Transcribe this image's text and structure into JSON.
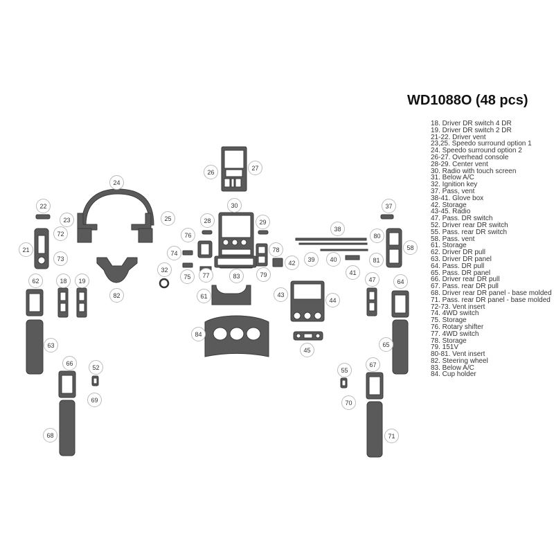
{
  "title": "WD1088O (48 pcs)",
  "legend": [
    "18. Driver DR switch 4 DR",
    "19. Driver DR switch 2 DR",
    "21-22. Driver vent",
    "23,25. Speedo surround option 1",
    "24. Speedo surround option 2",
    "26-27. Overhead console",
    "28-29. Center vent",
    "30. Radio with touch screen",
    "31. Below A/C",
    "32. Ignition key",
    "37. Pass, vent",
    "38-41. Glove box",
    "42. Storage",
    "43-45. Radio",
    "47. Pass. DR switch",
    "52. Driver rear DR switch",
    "55. Pass. rear DR switch",
    "58. Pass. vent",
    "61. Storage",
    "62. Driver DR pull",
    "63. Driver DR panel",
    "64. Pass. DR pull",
    "65. Pass. DR panel",
    "66. Driver rear DR pull",
    "67. Pass. rear DR pull",
    "68. Driver rear DR panel - base molded",
    "71. Pass. rear DR panel - base molded",
    "72-73. Vent insert",
    "74. 4WD switch",
    "75. Storage",
    "76. Rotary shifter",
    "77. 4WD switch",
    "78. Storage",
    "79. 151V",
    "80-81. Vent insert",
    "82. Steering wheel",
    "83. Below A/C",
    "84. Cup holder"
  ],
  "callouts": [
    "24",
    "22",
    "23",
    "25",
    "21",
    "72",
    "73",
    "62",
    "18",
    "19",
    "82",
    "32",
    "26",
    "27",
    "30",
    "28",
    "29",
    "76",
    "74",
    "75",
    "77",
    "83",
    "78",
    "79",
    "42",
    "38",
    "39",
    "40",
    "41",
    "37",
    "80",
    "58",
    "81",
    "47",
    "64",
    "43",
    "44",
    "61",
    "84",
    "45",
    "65",
    "63",
    "66",
    "52",
    "69",
    "55",
    "67",
    "70",
    "68",
    "71"
  ],
  "colors": {
    "part_fill": "#5a5a5a",
    "part_edge": "#3a3a3a",
    "part_inner": "#ffffff"
  }
}
